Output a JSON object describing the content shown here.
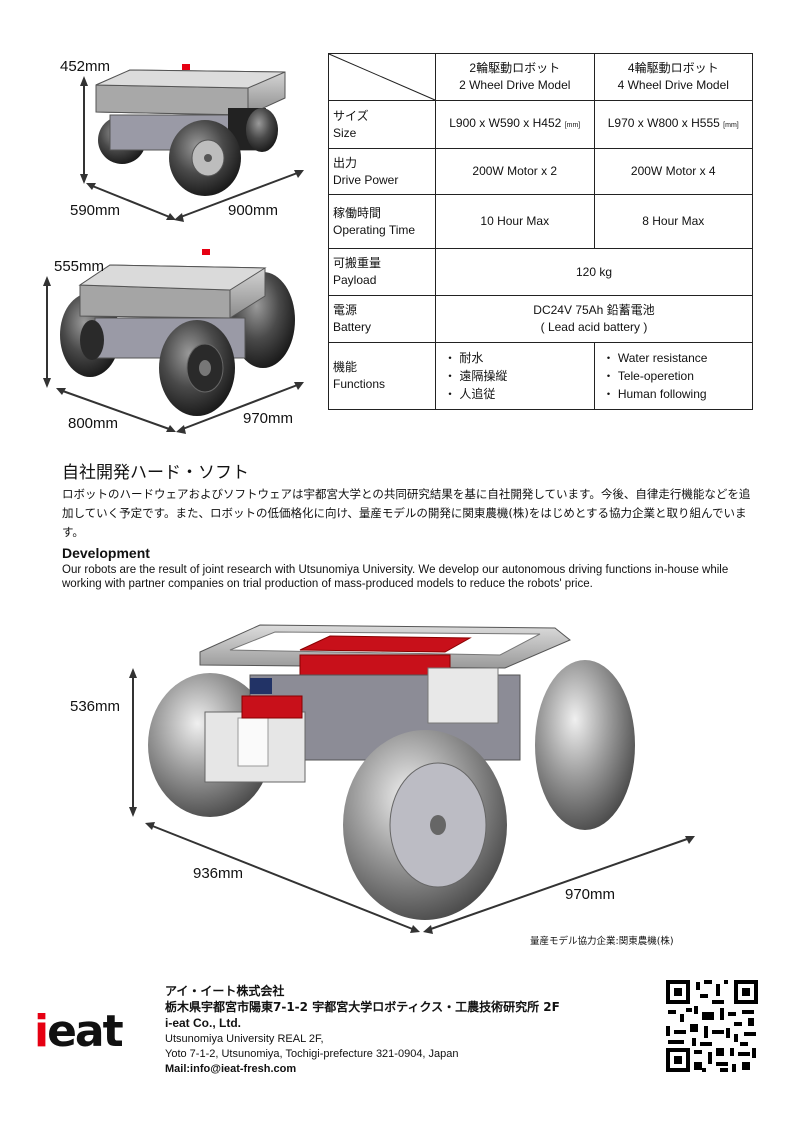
{
  "dimensions": {
    "two_wheel": {
      "height": "452mm",
      "width": "590mm",
      "length": "900mm"
    },
    "four_wheel": {
      "height": "555mm",
      "width": "800mm",
      "length": "970mm"
    },
    "prototype": {
      "height": "536mm",
      "width": "936mm",
      "length": "970mm"
    }
  },
  "spec_table": {
    "columns": [
      {
        "jp": "2輪駆動ロボット",
        "en": "2 Wheel Drive Model"
      },
      {
        "jp": "4輪駆動ロボット",
        "en": "4 Wheel Drive Model"
      }
    ],
    "size": {
      "jp": "サイズ",
      "en": "Size",
      "v1": "L900 x W590 x H452",
      "v2": "L970 x W800 x H555",
      "unit": "[mm]"
    },
    "power": {
      "jp": "出力",
      "en": "Drive Power",
      "v1": "200W Motor x 2",
      "v2": "200W Motor x 4"
    },
    "time": {
      "jp": "稼働時間",
      "en": "Operating Time",
      "v1": "10 Hour Max",
      "v2": "8 Hour Max"
    },
    "payload": {
      "jp": "可搬重量",
      "en": "Payload",
      "v": "120 kg"
    },
    "battery": {
      "jp": "電源",
      "en": "Battery",
      "v1": "DC24V 75Ah 鉛蓄電池",
      "v2": "( Lead acid battery )"
    },
    "functions": {
      "jp": "機能",
      "en": "Functions",
      "jp_items": [
        "耐水",
        "遠隔操縦",
        "人追従"
      ],
      "en_items": [
        "Water resistance",
        "Tele-operetion",
        "Human following"
      ]
    }
  },
  "section": {
    "jp_title": "自社開発ハード・ソフト",
    "jp_body": "ロボットのハードウェアおよびソフトウェアは宇都宮大学との共同研究結果を基に自社開発しています。今後、自律走行機能などを追加していく予定です。また、ロボットの低価格化に向け、量産モデルの開発に関東農機(株)をはじめとする協力企業と取り組んでいます。",
    "en_title": "Development",
    "en_body": "Our robots are the result of joint research with Utsunomiya University. We develop our autonomous driving functions in-house while working with partner companies on trial production of mass-produced models to reduce the robots' price."
  },
  "partner_note": "量産モデル協力企業:関東農機(株)",
  "company": {
    "logo_i": "i",
    "logo_rest": "eat",
    "name_jp": "アイ・イート株式会社",
    "address_jp": "栃木県宇都宮市陽東7-1-2 宇都宮大学ロボティクス・工農技術研究所 2F",
    "name_en": "i-eat Co., Ltd.",
    "address_en1": "Utsunomiya University REAL 2F,",
    "address_en2": "Yoto 7-1-2, Utsunomiya, Tochigi-prefecture 321-0904, Japan",
    "mail": "Mail:info@ieat-fresh.com"
  },
  "colors": {
    "accent_red": "#e60012",
    "chassis_red": "#c8101a"
  }
}
